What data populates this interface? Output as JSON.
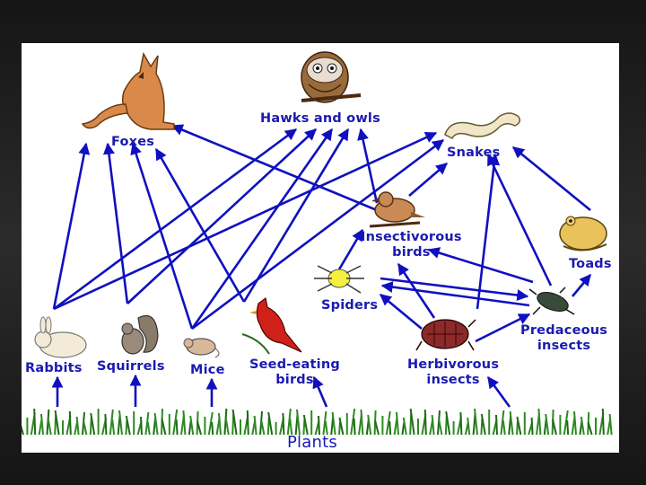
{
  "diagram": {
    "nodes": {
      "foxes": "Foxes",
      "hawks_owls": "Hawks and owls",
      "snakes": "Snakes",
      "insectivorous_birds": "Insectivorous\nbirds",
      "toads": "Toads",
      "spiders": "Spiders",
      "predaceous_insects": "Predaceous\ninsects",
      "rabbits": "Rabbits",
      "squirrels": "Squirrels",
      "mice": "Mice",
      "seed_eating_birds": "Seed-eating\nbirds",
      "herbivorous_insects": "Herbivorous\ninsects",
      "plants": "Plants"
    },
    "edges": [
      [
        "plants",
        "rabbits"
      ],
      [
        "plants",
        "squirrels"
      ],
      [
        "plants",
        "mice"
      ],
      [
        "plants",
        "seed_eating_birds"
      ],
      [
        "plants",
        "herbivorous_insects"
      ],
      [
        "rabbits",
        "foxes"
      ],
      [
        "rabbits",
        "hawks_owls"
      ],
      [
        "rabbits",
        "snakes"
      ],
      [
        "squirrels",
        "foxes"
      ],
      [
        "squirrels",
        "hawks_owls"
      ],
      [
        "mice",
        "foxes"
      ],
      [
        "mice",
        "hawks_owls"
      ],
      [
        "mice",
        "snakes"
      ],
      [
        "seed_eating_birds",
        "foxes"
      ],
      [
        "seed_eating_birds",
        "hawks_owls"
      ],
      [
        "insectivorous_birds",
        "hawks_owls"
      ],
      [
        "insectivorous_birds",
        "snakes"
      ],
      [
        "insectivorous_birds",
        "foxes"
      ],
      [
        "spiders",
        "insectivorous_birds"
      ],
      [
        "spiders",
        "predaceous_insects"
      ],
      [
        "predaceous_insects",
        "spiders"
      ],
      [
        "predaceous_insects",
        "insectivorous_birds"
      ],
      [
        "predaceous_insects",
        "toads"
      ],
      [
        "predaceous_insects",
        "snakes"
      ],
      [
        "herbivorous_insects",
        "spiders"
      ],
      [
        "herbivorous_insects",
        "insectivorous_birds"
      ],
      [
        "herbivorous_insects",
        "predaceous_insects"
      ],
      [
        "herbivorous_insects",
        "snakes"
      ],
      [
        "toads",
        "snakes"
      ]
    ],
    "colors": {
      "arrow": "#1010c0",
      "label": "#1a1ab0",
      "grass": "#2e8a22"
    }
  }
}
